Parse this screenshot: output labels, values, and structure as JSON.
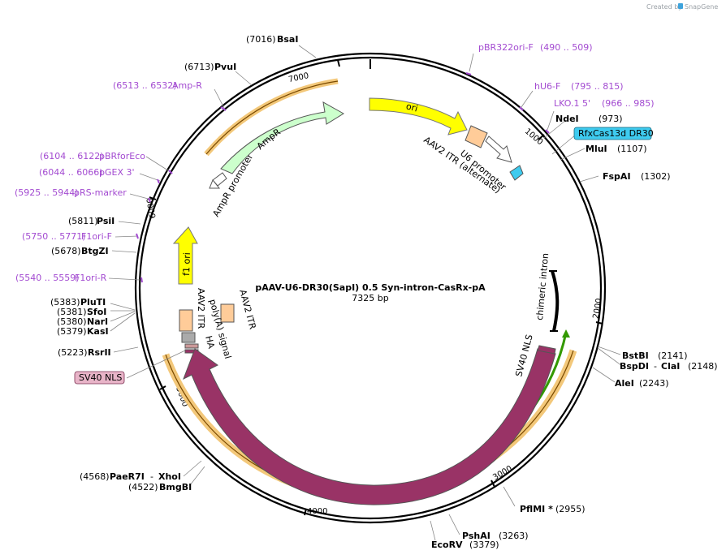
{
  "branding": {
    "created_by": "Created by",
    "app_name": "SnapGene"
  },
  "plasmid": {
    "name": "pAAV-U6-DR30(SapI) 0.5 Syn-intron-CasRx-pA",
    "size": "7325 bp"
  },
  "ticks": [
    "1000",
    "2000",
    "3000",
    "4000",
    "5000",
    "6000",
    "7000"
  ],
  "enzymes": [
    {
      "name": "BsaI",
      "pos": "(7016)"
    },
    {
      "name": "PvuI",
      "pos": "(6713)"
    },
    {
      "name": "NdeI",
      "pos": "(973)"
    },
    {
      "name": "MluI",
      "pos": "(1107)"
    },
    {
      "name": "FspAI",
      "pos": "(1302)"
    },
    {
      "name": "PsiI",
      "pos": "(5811)"
    },
    {
      "name": "BtgZI",
      "pos": "(5678)"
    },
    {
      "name": "PluTI",
      "pos": "(5383)"
    },
    {
      "name": "SfoI",
      "pos": "(5381)"
    },
    {
      "name": "NarI",
      "pos": "(5380)"
    },
    {
      "name": "KasI",
      "pos": "(5379)"
    },
    {
      "name": "RsrII",
      "pos": "(5223)"
    },
    {
      "name": "BstBI",
      "pos": "(2141)"
    },
    {
      "name": "BspDI",
      "pos": ""
    },
    {
      "name": "ClaI",
      "pos": "(2148)"
    },
    {
      "name": "AleI",
      "pos": "(2243)"
    },
    {
      "name": "PflMI *",
      "pos": "(2955)"
    },
    {
      "name": "PshAI",
      "pos": "(3263)"
    },
    {
      "name": "EcoRV",
      "pos": "(3379)"
    },
    {
      "name": "PaeR7I",
      "pos": "(4568)"
    },
    {
      "name": "XhoI",
      "pos": ""
    },
    {
      "name": "BmgBI",
      "pos": "(4522)"
    }
  ],
  "primers": [
    {
      "name": "pBR322ori-F",
      "pos": "(490 .. 509)"
    },
    {
      "name": "hU6-F",
      "pos": "(795 .. 815)"
    },
    {
      "name": "LKO.1 5'",
      "pos": "(966 .. 985)"
    },
    {
      "name": "Amp-R",
      "pos": "(6513 .. 6532)"
    },
    {
      "name": "pBRforEco",
      "pos": "(6104 .. 6122)"
    },
    {
      "name": "pGEX 3'",
      "pos": "(6044 .. 6066)"
    },
    {
      "name": "pRS-marker",
      "pos": "(5925 .. 5944)"
    },
    {
      "name": "F1ori-F",
      "pos": "(5750 .. 5771)"
    },
    {
      "name": "F1ori-R",
      "pos": "(5540 .. 5559)"
    }
  ],
  "features": {
    "ori": "ori",
    "ampr": "AmpR",
    "ampr_promoter": "AmpR promoter",
    "u6_promoter": "U6 promoter",
    "aav2_itr_alt": "AAV2 ITR (alternate)",
    "f1_ori": "f1 ori",
    "aav2_itr_left": "AAV2 ITR",
    "aav2_itr_right": "AAV2 ITR",
    "polya": "poly(A) signal",
    "ha": "HA",
    "chimeric_intron": "chimeric intron",
    "sv40_nls_inner": "SV40 NLS",
    "rfxcas13d": "RfxCas13d",
    "rfxcas13d_dr30_box": "RfxCas13d DR30",
    "sv40_nls_box": "SV40 NLS"
  },
  "colors": {
    "ori": "#ffff00",
    "ampr": "#ccffcc",
    "promoter": "#ffffff",
    "itr": "#ffcc99",
    "rfx": "#993366",
    "highlight": "#f3c87a",
    "orf_line": "#339900",
    "primer": "#a34bd1",
    "dr30": "#3ecbef"
  }
}
